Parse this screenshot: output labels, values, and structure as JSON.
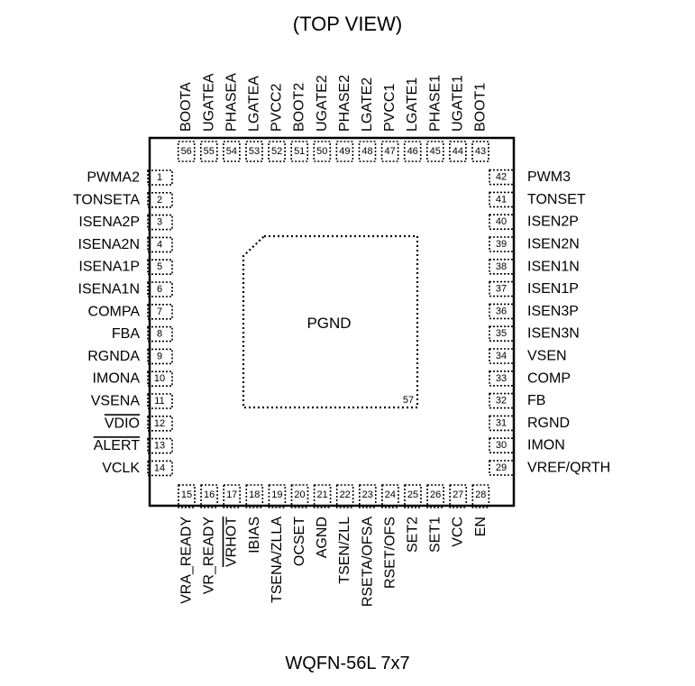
{
  "title": "(TOP VIEW)",
  "package": "WQFN-56L 7x7",
  "pad": {
    "label": "PGND",
    "number": "57"
  },
  "pins": {
    "left": [
      {
        "n": "1",
        "name": "PWMA2"
      },
      {
        "n": "2",
        "name": "TONSETA"
      },
      {
        "n": "3",
        "name": "ISENA2P"
      },
      {
        "n": "4",
        "name": "ISENA2N"
      },
      {
        "n": "5",
        "name": "ISENA1P"
      },
      {
        "n": "6",
        "name": "ISENA1N"
      },
      {
        "n": "7",
        "name": "COMPA"
      },
      {
        "n": "8",
        "name": "FBA"
      },
      {
        "n": "9",
        "name": "RGNDA"
      },
      {
        "n": "10",
        "name": "IMONA"
      },
      {
        "n": "11",
        "name": "VSENA"
      },
      {
        "n": "12",
        "name": "VDIO",
        "overbar": true
      },
      {
        "n": "13",
        "name": "ALERT",
        "overbar": true
      },
      {
        "n": "14",
        "name": "VCLK"
      }
    ],
    "bottom": [
      {
        "n": "15",
        "name": "VRA_READY"
      },
      {
        "n": "16",
        "name": "VR_READY"
      },
      {
        "n": "17",
        "name": "VRHOT",
        "overbar": true
      },
      {
        "n": "18",
        "name": "IBIAS"
      },
      {
        "n": "19",
        "name": "TSENA/ZLLA"
      },
      {
        "n": "20",
        "name": "OCSET"
      },
      {
        "n": "21",
        "name": "AGND"
      },
      {
        "n": "22",
        "name": "TSEN/ZLL"
      },
      {
        "n": "23",
        "name": "RSETA/OFSA"
      },
      {
        "n": "24",
        "name": "RSET/OFS"
      },
      {
        "n": "25",
        "name": "SET2"
      },
      {
        "n": "26",
        "name": "SET1"
      },
      {
        "n": "27",
        "name": "VCC"
      },
      {
        "n": "28",
        "name": "EN"
      }
    ],
    "right": [
      {
        "n": "29",
        "name": "VREF/QRTH"
      },
      {
        "n": "30",
        "name": "IMON"
      },
      {
        "n": "31",
        "name": "RGND"
      },
      {
        "n": "32",
        "name": "FB"
      },
      {
        "n": "33",
        "name": "COMP"
      },
      {
        "n": "34",
        "name": "VSEN"
      },
      {
        "n": "35",
        "name": "ISEN3N"
      },
      {
        "n": "36",
        "name": "ISEN3P"
      },
      {
        "n": "37",
        "name": "ISEN1P"
      },
      {
        "n": "38",
        "name": "ISEN1N"
      },
      {
        "n": "39",
        "name": "ISEN2N"
      },
      {
        "n": "40",
        "name": "ISEN2P"
      },
      {
        "n": "41",
        "name": "TONSET"
      },
      {
        "n": "42",
        "name": "PWM3"
      }
    ],
    "top": [
      {
        "n": "43",
        "name": "BOOT1"
      },
      {
        "n": "44",
        "name": "UGATE1"
      },
      {
        "n": "45",
        "name": "PHASE1"
      },
      {
        "n": "46",
        "name": "LGATE1"
      },
      {
        "n": "47",
        "name": "PVCC1"
      },
      {
        "n": "48",
        "name": "LGATE2"
      },
      {
        "n": "49",
        "name": "PHASE2"
      },
      {
        "n": "50",
        "name": "UGATE2"
      },
      {
        "n": "51",
        "name": "BOOT2"
      },
      {
        "n": "52",
        "name": "PVCC2"
      },
      {
        "n": "53",
        "name": "LGATEA"
      },
      {
        "n": "54",
        "name": "PHASEA"
      },
      {
        "n": "55",
        "name": "UGATEA"
      },
      {
        "n": "56",
        "name": "BOOTA"
      }
    ]
  }
}
